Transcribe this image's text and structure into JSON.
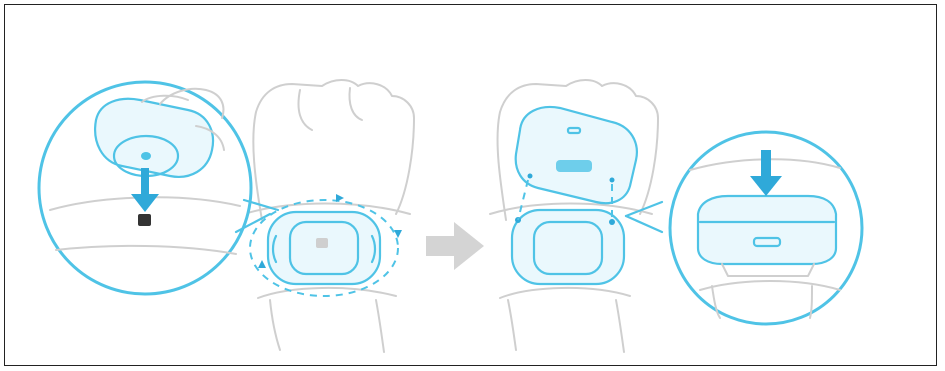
{
  "figure": {
    "steps": [
      {
        "id": "step-1",
        "description_icon": "attach-tracker-to-mount"
      },
      {
        "id": "step-2",
        "description_icon": "press-tracker-down"
      }
    ],
    "colors": {
      "outline": "#cfcfcf",
      "accent": "#4fc3e6",
      "arrow_accent": "#2fa9d9",
      "step_arrow": "#d4d4d4",
      "border": "#222222"
    },
    "icons": [
      "hand-icon",
      "tracker-icon",
      "magnifier-circle",
      "down-arrow-icon",
      "step-arrow-icon",
      "wrist-strap-icon"
    ]
  }
}
